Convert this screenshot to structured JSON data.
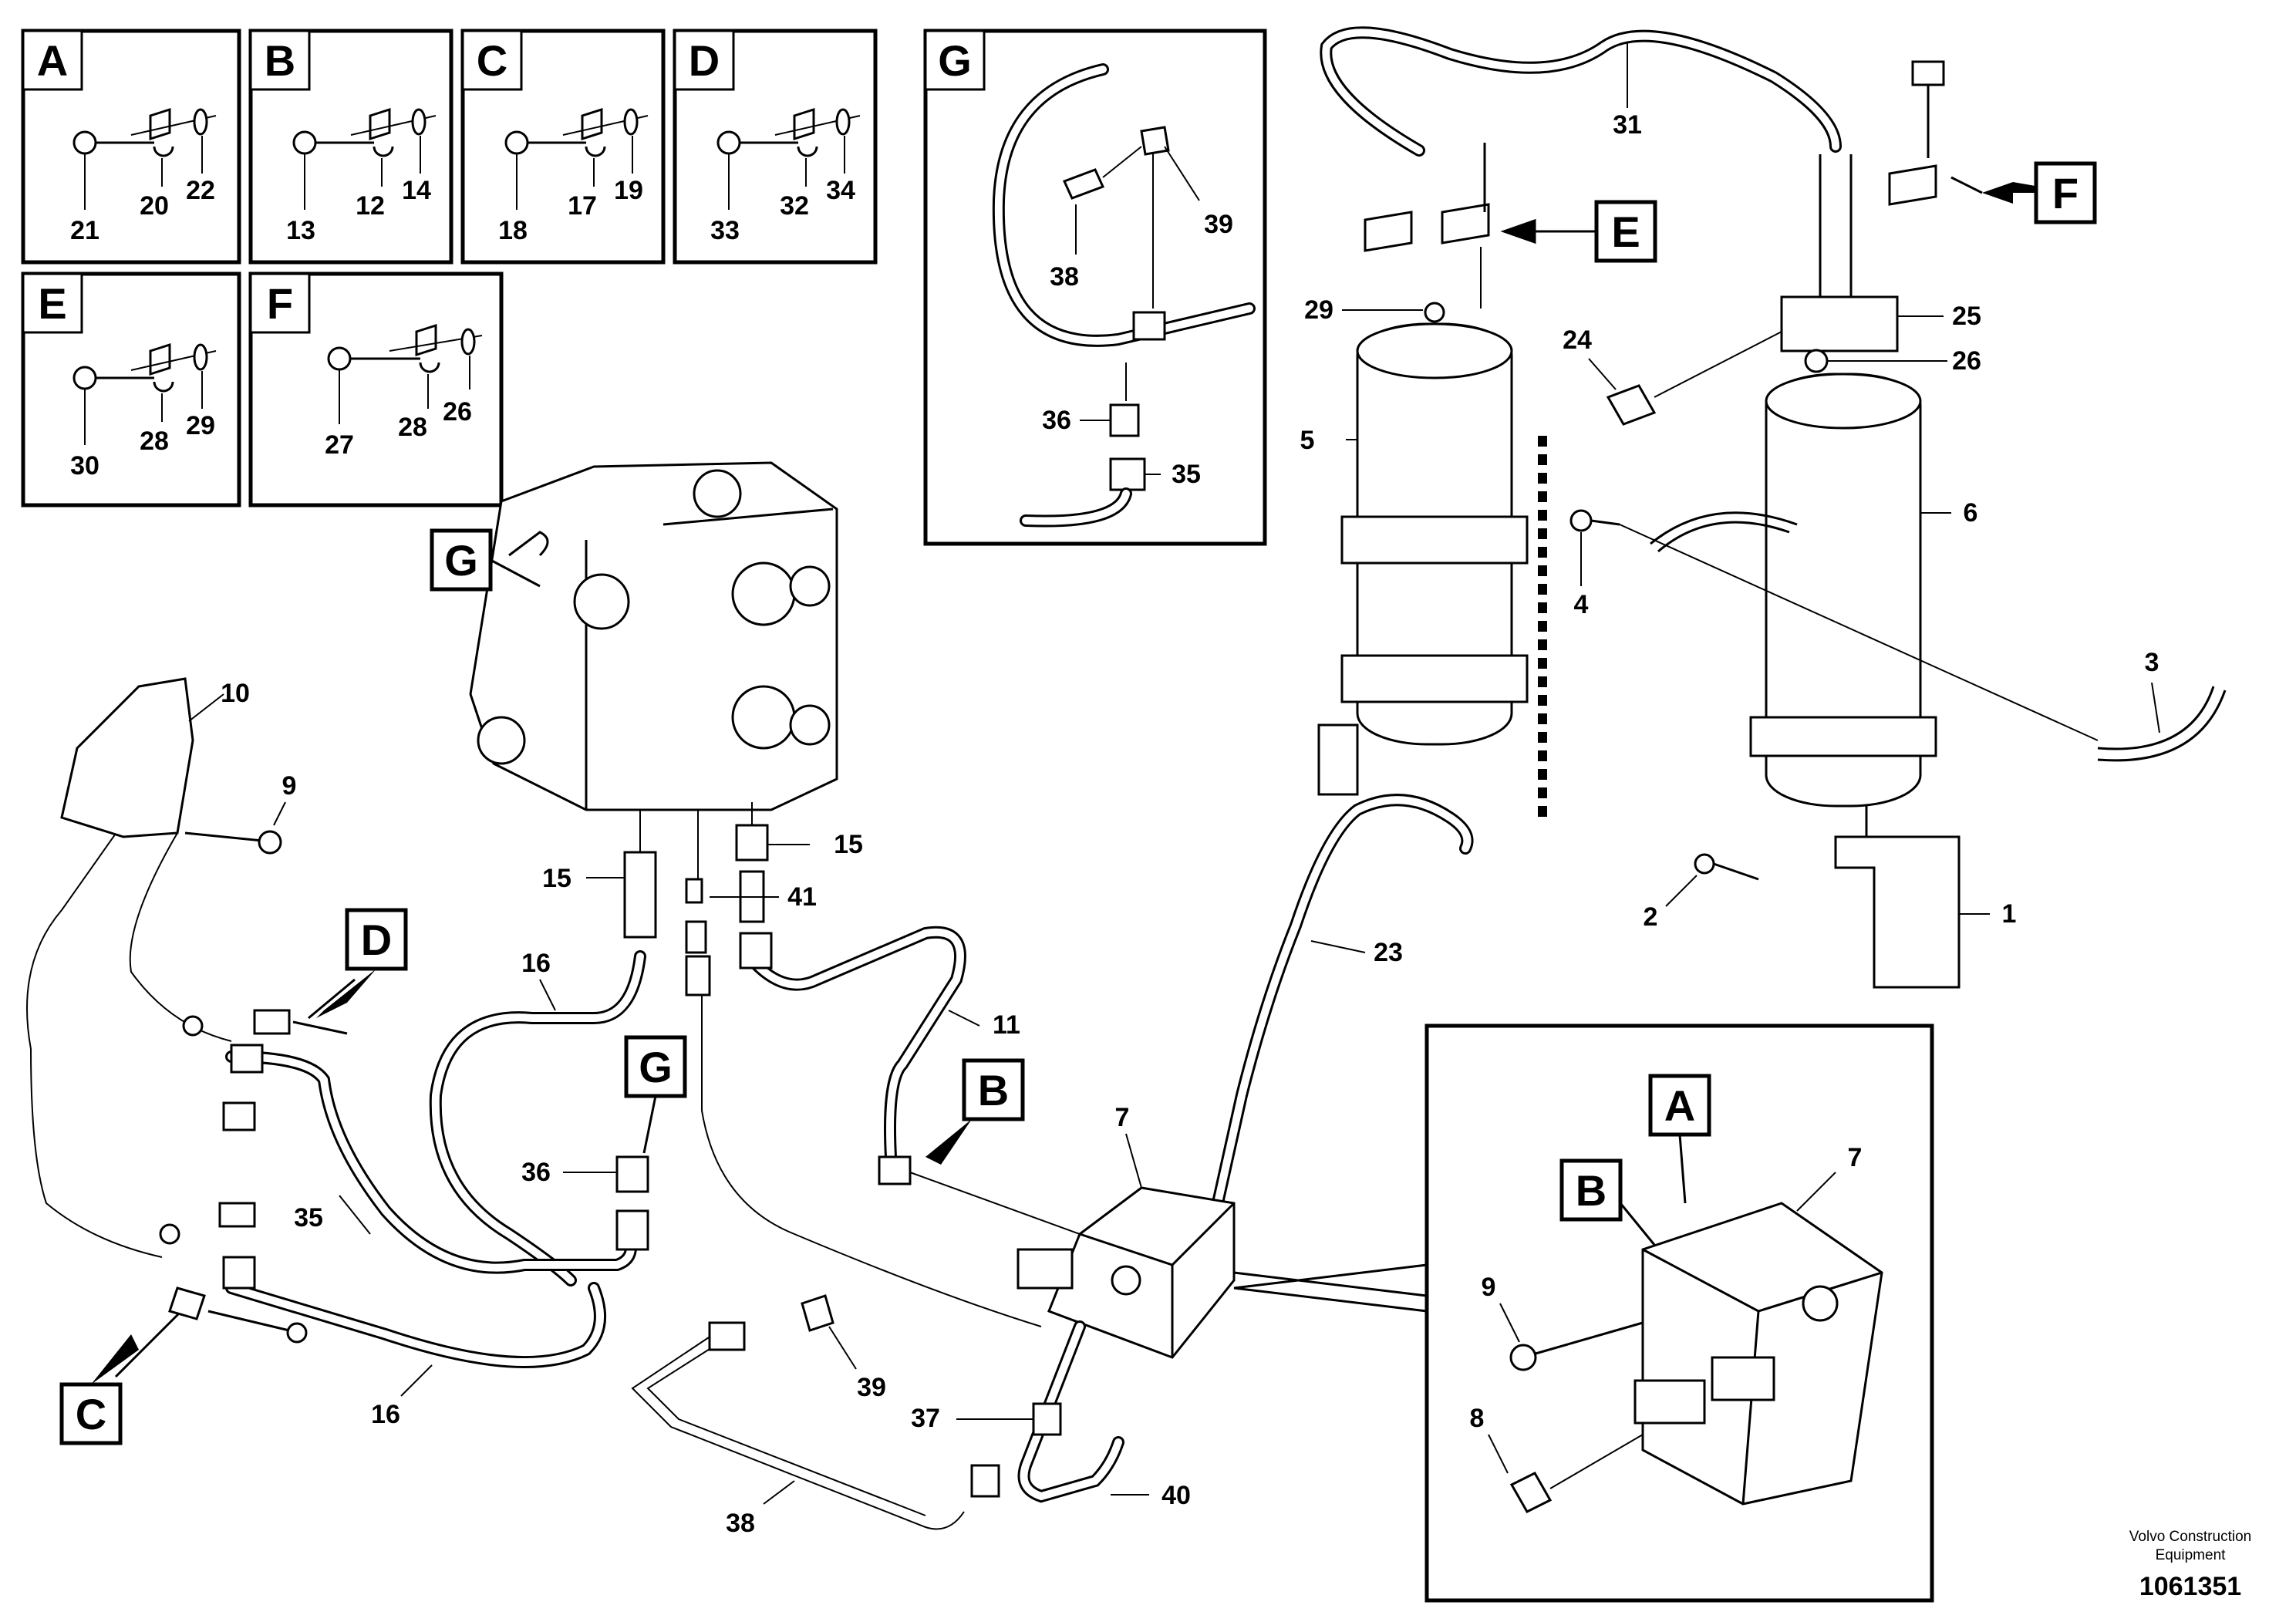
{
  "detail_boxes": [
    {
      "letter": "A",
      "labels": [
        "21",
        "20",
        "22"
      ]
    },
    {
      "letter": "B",
      "labels": [
        "13",
        "12",
        "14"
      ]
    },
    {
      "letter": "C",
      "labels": [
        "18",
        "17",
        "19"
      ]
    },
    {
      "letter": "D",
      "labels": [
        "33",
        "32",
        "34"
      ]
    },
    {
      "letter": "E",
      "labels": [
        "30",
        "28",
        "29"
      ]
    },
    {
      "letter": "F",
      "labels": [
        "27",
        "28",
        "26"
      ]
    }
  ],
  "detail_g": {
    "letter": "G",
    "labels": {
      "p38": "38",
      "p39": "39",
      "p36": "36",
      "p35": "35"
    }
  },
  "callouts": {
    "g_main": "G",
    "g_lower": "G",
    "d": "D",
    "b": "B",
    "c": "C",
    "e": "E",
    "f": "F",
    "inset_a": "A",
    "inset_b": "B"
  },
  "part_labels": {
    "p1": "1",
    "p2": "2",
    "p3": "3",
    "p4": "4",
    "p5": "5",
    "p6": "6",
    "p7": "7",
    "p9": "9",
    "p10": "10",
    "p11": "11",
    "p15a": "15",
    "p15b": "15",
    "p16a": "16",
    "p16b": "16",
    "p23": "23",
    "p24": "24",
    "p25": "25",
    "p26": "26",
    "p29": "29",
    "p31": "31",
    "p35": "35",
    "p36": "36",
    "p37": "37",
    "p38": "38",
    "p39": "39",
    "p40": "40",
    "p41": "41"
  },
  "inset_labels": {
    "p7": "7",
    "p9": "9",
    "p8": "8"
  },
  "credit": {
    "line1": "Volvo Construction",
    "line2": "Equipment",
    "doc_number": "1061351"
  }
}
